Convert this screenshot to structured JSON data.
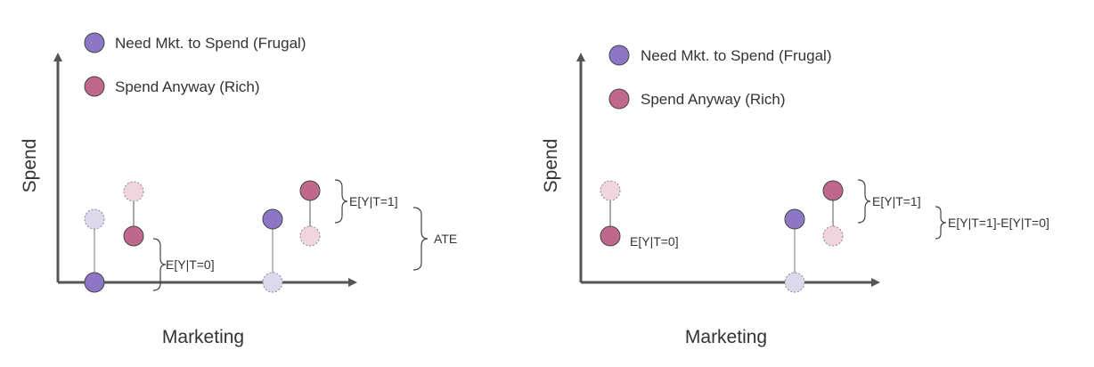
{
  "colors": {
    "frugal": "#8e76c6",
    "frugal_faded": "#ddd8ee",
    "rich": "#c0678c",
    "rich_faded": "#f0d5df",
    "axis": "#555555",
    "stroke": "#444444"
  },
  "panels": [
    {
      "legend": [
        {
          "label": "Need Mkt. to Spend (Frugal)",
          "color": "frugal"
        },
        {
          "label": "Spend Anyway (Rich)",
          "color": "rich"
        }
      ],
      "y_axis_label": "Spend",
      "x_axis_label": "Marketing",
      "annotations": {
        "a": "E[Y|T=0]",
        "b": "E[Y|T=1]",
        "c": "ATE"
      }
    },
    {
      "legend": [
        {
          "label": "Need Mkt. to Spend (Frugal)",
          "color": "frugal"
        },
        {
          "label": "Spend Anyway (Rich)",
          "color": "rich"
        }
      ],
      "y_axis_label": "Spend",
      "x_axis_label": "Marketing",
      "annotations": {
        "a": "E[Y|T=0]",
        "b": "E[Y|T=1]",
        "c": "E[Y|T=1]-E[Y|T=0]"
      }
    }
  ]
}
